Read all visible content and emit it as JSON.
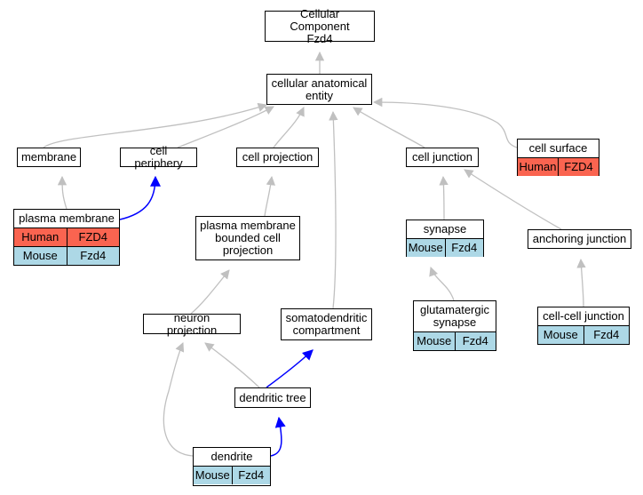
{
  "nodes": {
    "root": {
      "label": "Cellular Component\nFzd4"
    },
    "entity": {
      "label": "cellular anatomical\nentity"
    },
    "membrane": {
      "label": "membrane"
    },
    "periphery": {
      "label": "cell periphery"
    },
    "projection": {
      "label": "cell projection"
    },
    "junction": {
      "label": "cell junction"
    },
    "surface": {
      "label": "cell surface",
      "rows": [
        {
          "species": "Human",
          "gene": "FZD4"
        }
      ]
    },
    "plasma_membrane": {
      "label": "plasma membrane",
      "rows": [
        {
          "species": "Human",
          "gene": "FZD4"
        },
        {
          "species": "Mouse",
          "gene": "Fzd4"
        }
      ]
    },
    "pm_bounded": {
      "label": "plasma membrane\nbounded cell\nprojection"
    },
    "synapse": {
      "label": "synapse",
      "rows": [
        {
          "species": "Mouse",
          "gene": "Fzd4"
        }
      ]
    },
    "anchoring": {
      "label": "anchoring junction"
    },
    "glutamatergic": {
      "label": "glutamatergic\nsynapse",
      "rows": [
        {
          "species": "Mouse",
          "gene": "Fzd4"
        }
      ]
    },
    "cellcell": {
      "label": "cell-cell junction",
      "rows": [
        {
          "species": "Mouse",
          "gene": "Fzd4"
        }
      ]
    },
    "neuron_proj": {
      "label": "neuron projection"
    },
    "somatodendritic": {
      "label": "somatodendritic\ncompartment"
    },
    "dendritic_tree": {
      "label": "dendritic tree"
    },
    "dendrite": {
      "label": "dendrite",
      "rows": [
        {
          "species": "Mouse",
          "gene": "Fzd4"
        }
      ]
    }
  },
  "edges": [
    {
      "from": "entity",
      "to": "root",
      "kind": "is_a"
    },
    {
      "from": "membrane",
      "to": "entity",
      "kind": "is_a"
    },
    {
      "from": "periphery",
      "to": "entity",
      "kind": "is_a"
    },
    {
      "from": "projection",
      "to": "entity",
      "kind": "is_a"
    },
    {
      "from": "junction",
      "to": "entity",
      "kind": "is_a"
    },
    {
      "from": "surface",
      "to": "entity",
      "kind": "is_a"
    },
    {
      "from": "somatodendritic",
      "to": "entity",
      "kind": "is_a"
    },
    {
      "from": "plasma_membrane",
      "to": "membrane",
      "kind": "is_a"
    },
    {
      "from": "plasma_membrane",
      "to": "periphery",
      "kind": "part_of"
    },
    {
      "from": "pm_bounded",
      "to": "projection",
      "kind": "is_a"
    },
    {
      "from": "synapse",
      "to": "junction",
      "kind": "is_a"
    },
    {
      "from": "anchoring",
      "to": "junction",
      "kind": "is_a"
    },
    {
      "from": "glutamatergic",
      "to": "synapse",
      "kind": "is_a"
    },
    {
      "from": "cellcell",
      "to": "anchoring",
      "kind": "is_a"
    },
    {
      "from": "neuron_proj",
      "to": "pm_bounded",
      "kind": "is_a"
    },
    {
      "from": "dendritic_tree",
      "to": "neuron_proj",
      "kind": "is_a"
    },
    {
      "from": "dendritic_tree",
      "to": "somatodendritic",
      "kind": "part_of"
    },
    {
      "from": "dendrite",
      "to": "neuron_proj",
      "kind": "is_a"
    },
    {
      "from": "dendrite",
      "to": "dendritic_tree",
      "kind": "part_of"
    }
  ],
  "colors": {
    "is_a_edge": "#c0c0c0",
    "part_of_edge": "#0000ff",
    "human": "#fa6450",
    "mouse": "#add8e6"
  }
}
